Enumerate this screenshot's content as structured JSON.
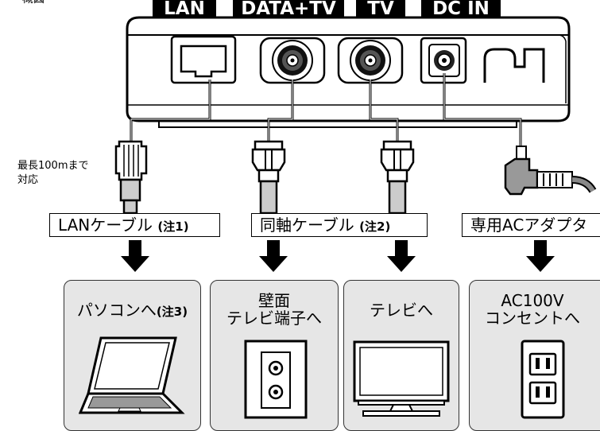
{
  "corner_text": "概図",
  "ports": [
    {
      "label": "LAN"
    },
    {
      "label": "DATA+TV"
    },
    {
      "label": "TV"
    },
    {
      "label": "DC IN"
    }
  ],
  "distance_note": {
    "line1": "最長100mまで",
    "line2": "対応"
  },
  "cables": [
    {
      "label": "LANケーブル",
      "note": "(注1)"
    },
    {
      "label": "同軸ケーブル",
      "note": "(注2)"
    },
    {
      "label": "専用ACアダプタ",
      "note": ""
    }
  ],
  "destinations": [
    {
      "label": "パソコンへ",
      "note": "(注3)"
    },
    {
      "line1": "壁面",
      "line2": "テレビ端子へ"
    },
    {
      "label": "テレビへ"
    },
    {
      "line1": "AC100V",
      "line2": "コンセントへ"
    }
  ],
  "colors": {
    "device_fill": "#ffffff",
    "box_fill": "#e6e6e6",
    "outline": "#000000"
  }
}
